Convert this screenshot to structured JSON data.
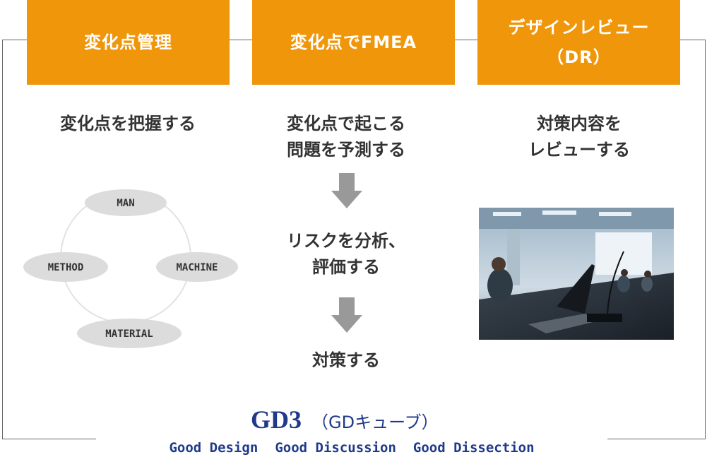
{
  "columns": [
    {
      "header": [
        "変化点管理"
      ],
      "desc": [
        "変化点を把握する"
      ]
    },
    {
      "header": [
        "変化点でFMEA"
      ],
      "desc": [
        "変化点で起こる",
        "問題を予測する"
      ],
      "steps": [
        [
          "リスクを分析、",
          "評価する"
        ],
        [
          "対策する"
        ]
      ]
    },
    {
      "header": [
        "デザインレビュー",
        "（DR）"
      ],
      "desc": [
        "対策内容を",
        "レビューする"
      ]
    }
  ],
  "cycle_items": [
    "MAN",
    "MACHINE",
    "MATERIAL",
    "METHOD"
  ],
  "footer": {
    "title": "GD3",
    "reading": "（GDキューブ）",
    "tagline": [
      "Good Design",
      "Good Discussion",
      "Good Dissection"
    ]
  },
  "colors": {
    "accent": "#f0960a",
    "navy": "#1f3a8a",
    "oval": "#dcdcdc",
    "arrow": "#999999"
  },
  "icons": [
    "down-arrow-icon"
  ]
}
